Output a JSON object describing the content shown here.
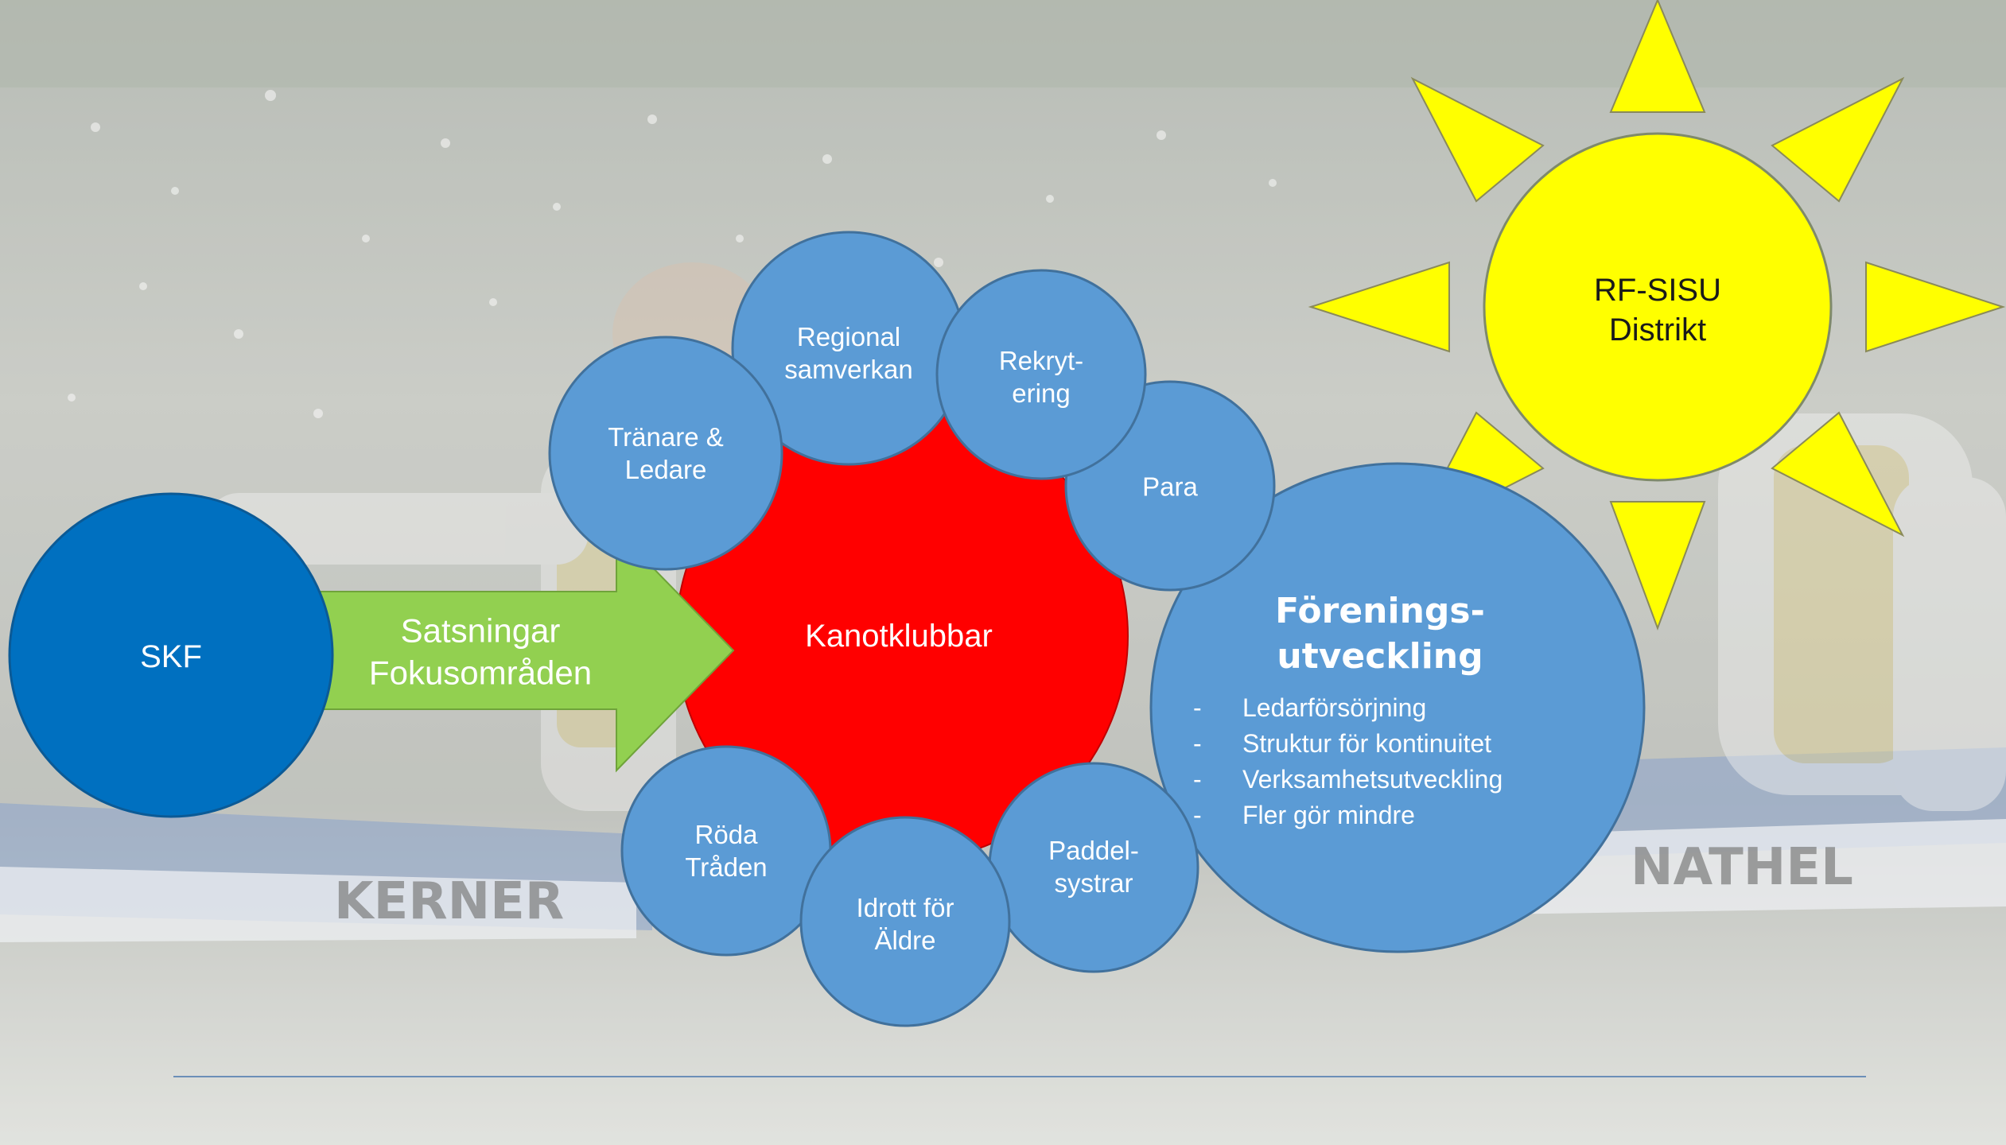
{
  "colors": {
    "water_dark": "#7d8378",
    "water_light": "#c9cbc4",
    "bubble_blue": "#5b9bd5",
    "bubble_border": "#41719c",
    "skf_blue": "#0070c0",
    "arrow_green": "#92d050",
    "center_red": "#ff0000",
    "sun_yellow": "#ffff00",
    "footer_line": "#6b8fb8"
  },
  "diagram": {
    "skf": "SKF",
    "arrow_label": "Satsningar\nFokusområden",
    "center": "Kanotklubbar",
    "satellites": {
      "tranare_ledare": "Tränare &\nLedare",
      "regional_samverkan": "Regional\nsamverkan",
      "rekrytering": "Rekryt-\nering",
      "para": "Para",
      "roda_traden": "Röda\nTråden",
      "idrott_aldre": "Idrott för\nÄldre",
      "paddelsystrar": "Paddel-\nsystrar"
    },
    "forenings": {
      "title": "Förenings-\nutveckling",
      "items": [
        "Ledarförsörjning",
        "Struktur för kontinuitet",
        "Verksamhetsutveckling",
        "Fler gör mindre"
      ]
    },
    "sun": "RF-SISU\nDistrikt"
  }
}
